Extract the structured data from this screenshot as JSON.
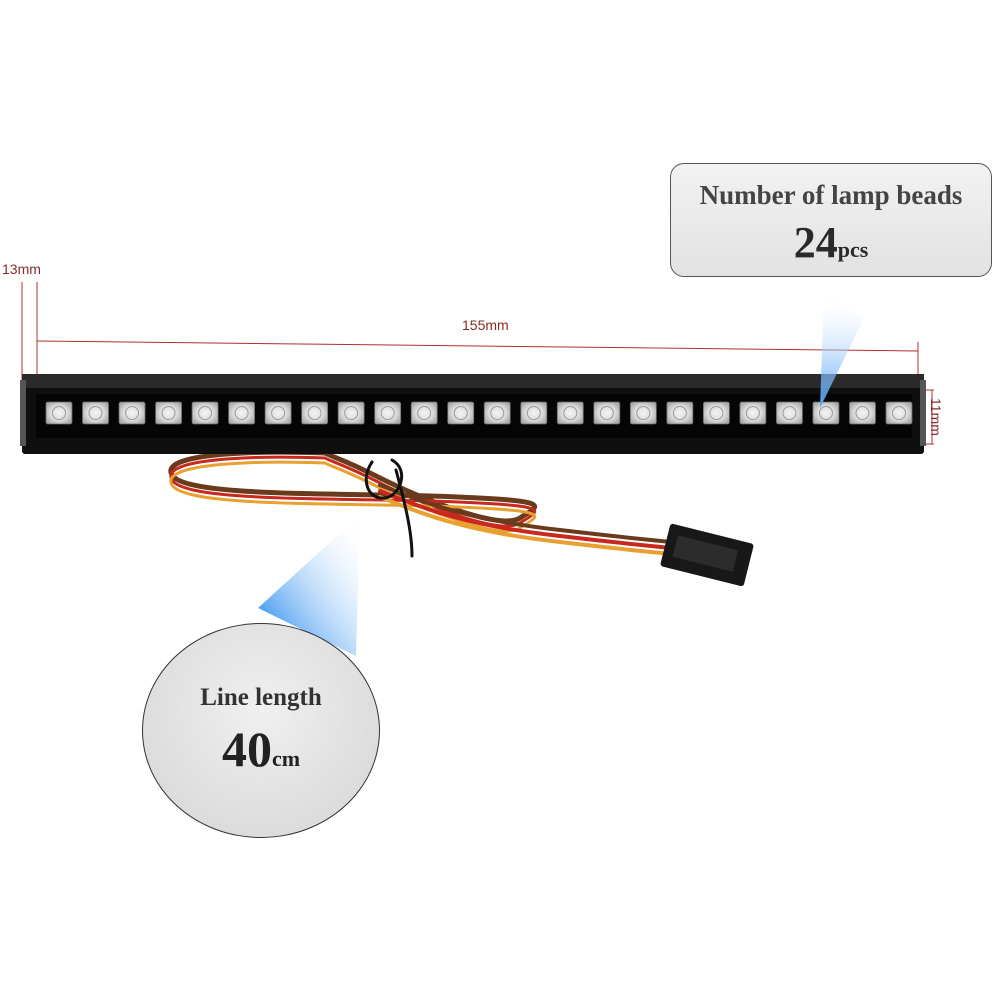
{
  "dimensions": {
    "width_label": "155mm",
    "thickness_label": "13mm",
    "height_label": "11mm"
  },
  "lamp_beads": {
    "title": "Number of lamp beads",
    "value": "24",
    "unit": "pcs",
    "count": 24
  },
  "line_length": {
    "title": "Line length",
    "value": "40",
    "unit": "cm"
  },
  "colors": {
    "dimension_line": "#b03030",
    "callout_blue": "#5aa6f2",
    "bar_body": "#161616",
    "wire_red": "#c8281e",
    "wire_orange": "#e8a030",
    "wire_brown": "#6a3a1c"
  },
  "icons": [
    "led-bead-icon",
    "connector-plug-icon",
    "callout-pointer-icon"
  ]
}
